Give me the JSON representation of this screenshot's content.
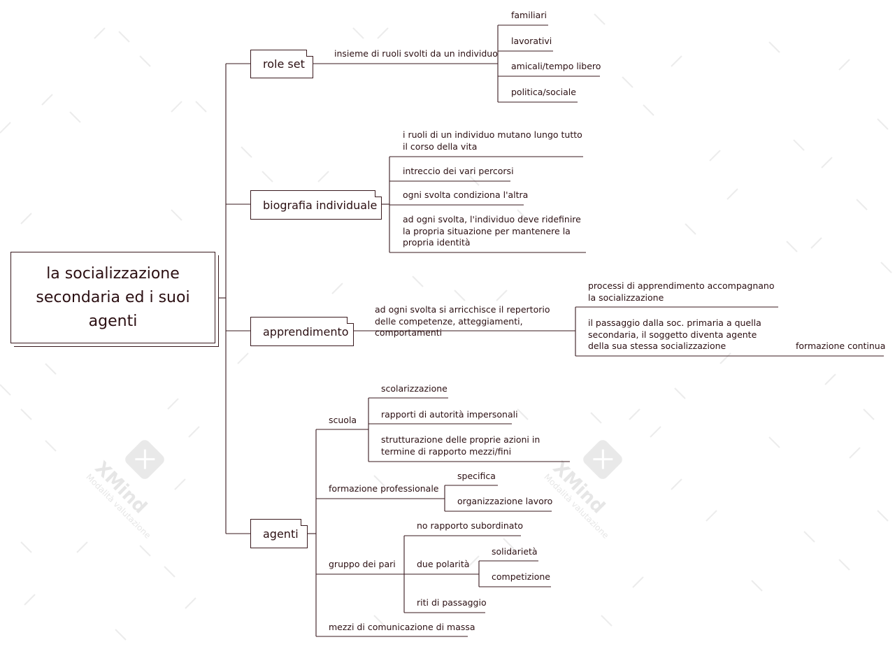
{
  "root": {
    "label": "la socializzazione secondaria ed i suoi agenti"
  },
  "role_set": {
    "label": "role set",
    "desc": "insieme di ruoli svolti da un individuo",
    "items": [
      "familiari",
      "lavorativi",
      "amicali/tempo libero",
      "politica/sociale"
    ]
  },
  "biografia": {
    "label": "biografia individuale",
    "items": [
      "i ruoli di un individuo mutano lungo tutto il corso della vita",
      "intreccio dei vari percorsi",
      "ogni svolta condiziona l'altra",
      "ad ogni svolta, l'individuo deve ridefinire la propria situazione per mantenere la propria identità"
    ]
  },
  "apprendimento": {
    "label": "apprendimento",
    "desc": "ad ogni svolta si arricchisce il repertorio delle competenze, atteggiamenti, comportamenti",
    "items": [
      "processi di apprendimento accompagnano la socializzazione",
      "il passaggio dalla soc. primaria a quella secondaria, il soggetto diventa agente della sua stessa socializzazione"
    ],
    "extra": "formazione continua"
  },
  "agenti": {
    "label": "agenti",
    "scuola": {
      "label": "scuola",
      "items": [
        "scolarizzazione",
        "rapporti di autorità impersonali",
        "strutturazione delle proprie azioni in termine di rapporto mezzi/fini"
      ]
    },
    "formazione": {
      "label": "formazione professionale",
      "items": [
        "specifica",
        "organizzazione lavoro"
      ]
    },
    "gruppo": {
      "label": "gruppo dei pari",
      "item1": "no rapporto subordinato",
      "polarita": {
        "label": "due polarità",
        "items": [
          "solidarietà",
          "competizione"
        ]
      },
      "item3": "riti di passaggio"
    },
    "mezzi": {
      "label": "mezzi di comunicazione di massa"
    }
  },
  "watermark": {
    "brand": "XMind",
    "sub": "Modalità valutazione",
    "icon": "xmind-logo-icon"
  },
  "colors": {
    "line": "#3a1a1e",
    "text": "#2b0f12",
    "watermark": "#e6e6e6"
  }
}
